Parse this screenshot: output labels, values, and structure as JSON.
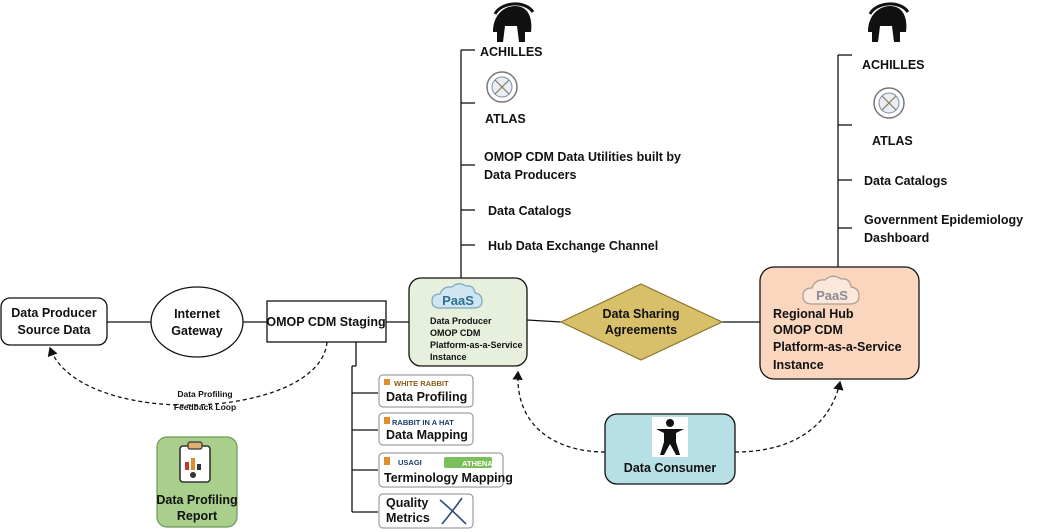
{
  "source": {
    "line1": "Data Producer",
    "line2": "Source Data"
  },
  "gateway": {
    "line1": "Internet",
    "line2": "Gateway"
  },
  "staging": {
    "label": "OMOP CDM Staging"
  },
  "feedback": {
    "line1": "Data Profiling",
    "line2": "Feedback Loop"
  },
  "report": {
    "line1": "Data Profiling",
    "line2": "Report"
  },
  "producer_paas": {
    "badge": "PaaS",
    "lines": [
      "Data Producer",
      "OMOP CDM",
      "Platform-as-a-Service",
      "Instance"
    ]
  },
  "agreements": {
    "line1": "Data Sharing",
    "line2": "Agreements"
  },
  "hub_paas": {
    "badge": "PaaS",
    "lines": [
      "Regional Hub",
      "OMOP CDM",
      "Platform-as-a-Service",
      "Instance"
    ]
  },
  "consumer": {
    "label": "Data Consumer"
  },
  "producer_tools": {
    "achilles": "ACHILLES",
    "atlas": "ATLAS",
    "utilities_line1": "OMOP CDM Data Utilities built by",
    "utilities_line2": "Data Producers",
    "catalogs": "Data Catalogs",
    "exchange": "Hub Data Exchange Channel"
  },
  "hub_tools": {
    "achilles": "ACHILLES",
    "atlas": "ATLAS",
    "catalogs": "Data Catalogs",
    "dashboard_line1": "Government Epidemiology",
    "dashboard_line2": "Dashboard"
  },
  "staging_tools": {
    "white_rabbit": {
      "brand": "WHITE RABBIT",
      "label": "Data Profiling"
    },
    "rabbit_in_a_hat": {
      "brand": "RABBIT IN A HAT",
      "label": "Data Mapping"
    },
    "usagi": {
      "brand": "USAGI",
      "brand2": "ATHENA",
      "label": "Terminology Mapping"
    },
    "quality": {
      "line1": "Quality",
      "line2": "Metrics"
    }
  },
  "colors": {
    "producer_fill": "#e6f0dd",
    "hub_fill": "#f9d6bd",
    "diamond_fill": "#d8bf6a",
    "consumer_fill": "#b7dfe6",
    "report_fill": "#a9cf8c"
  }
}
